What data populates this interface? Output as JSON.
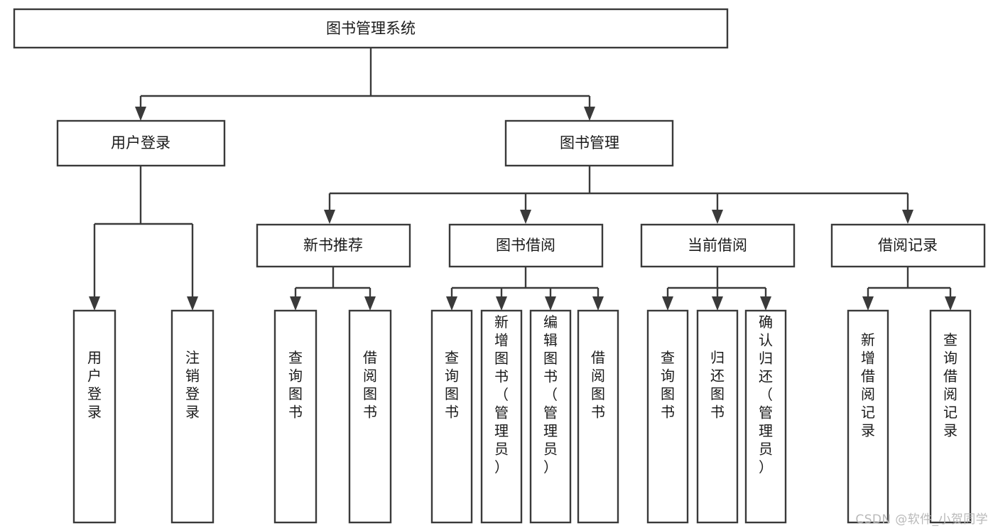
{
  "diagram": {
    "title": "图书管理系统",
    "type": "tree",
    "orientation": "top-down",
    "background_color": "#ffffff",
    "line_color": "#3a3a3a",
    "text_color": "#1a1a1a",
    "watermark": "CSDN @软件_小贺同学",
    "levels": {
      "root": {
        "label": "图书管理系统"
      },
      "level2": [
        {
          "label": "用户登录"
        },
        {
          "label": "图书管理"
        }
      ],
      "level3": [
        {
          "label": "新书推荐"
        },
        {
          "label": "图书借阅"
        },
        {
          "label": "当前借阅"
        },
        {
          "label": "借阅记录"
        }
      ],
      "leaves": [
        {
          "label": "用户登录"
        },
        {
          "label": "注销登录"
        },
        {
          "label": "查询图书"
        },
        {
          "label": "借阅图书"
        },
        {
          "label": "查询图书"
        },
        {
          "label": "新增图书（管理员）"
        },
        {
          "label": "编辑图书（管理员）"
        },
        {
          "label": "借阅图书"
        },
        {
          "label": "查询图书"
        },
        {
          "label": "归还图书"
        },
        {
          "label": "确认归还（管理员）"
        },
        {
          "label": "新增借阅记录"
        },
        {
          "label": "查询借阅记录"
        }
      ]
    },
    "nodes": {
      "root": "图书管理系统",
      "user_login": "用户登录",
      "book_manage": "图书管理",
      "new_book_rec": "新书推荐",
      "book_borrow": "图书借阅",
      "current_borrow": "当前借阅",
      "borrow_record": "借阅记录",
      "leaf_user_login": "用户登录",
      "leaf_logout": "注销登录",
      "leaf_query_book_1": "查询图书",
      "leaf_borrow_book_1": "借阅图书",
      "leaf_query_book_2": "查询图书",
      "leaf_add_book": "新增图书（管理员）",
      "leaf_edit_book": "编辑图书（管理员）",
      "leaf_borrow_book_2": "借阅图书",
      "leaf_query_book_3": "查询图书",
      "leaf_return_book": "归还图书",
      "leaf_confirm_return": "确认归还（管理员）",
      "leaf_add_record": "新增借阅记录",
      "leaf_query_record": "查询借阅记录"
    }
  }
}
